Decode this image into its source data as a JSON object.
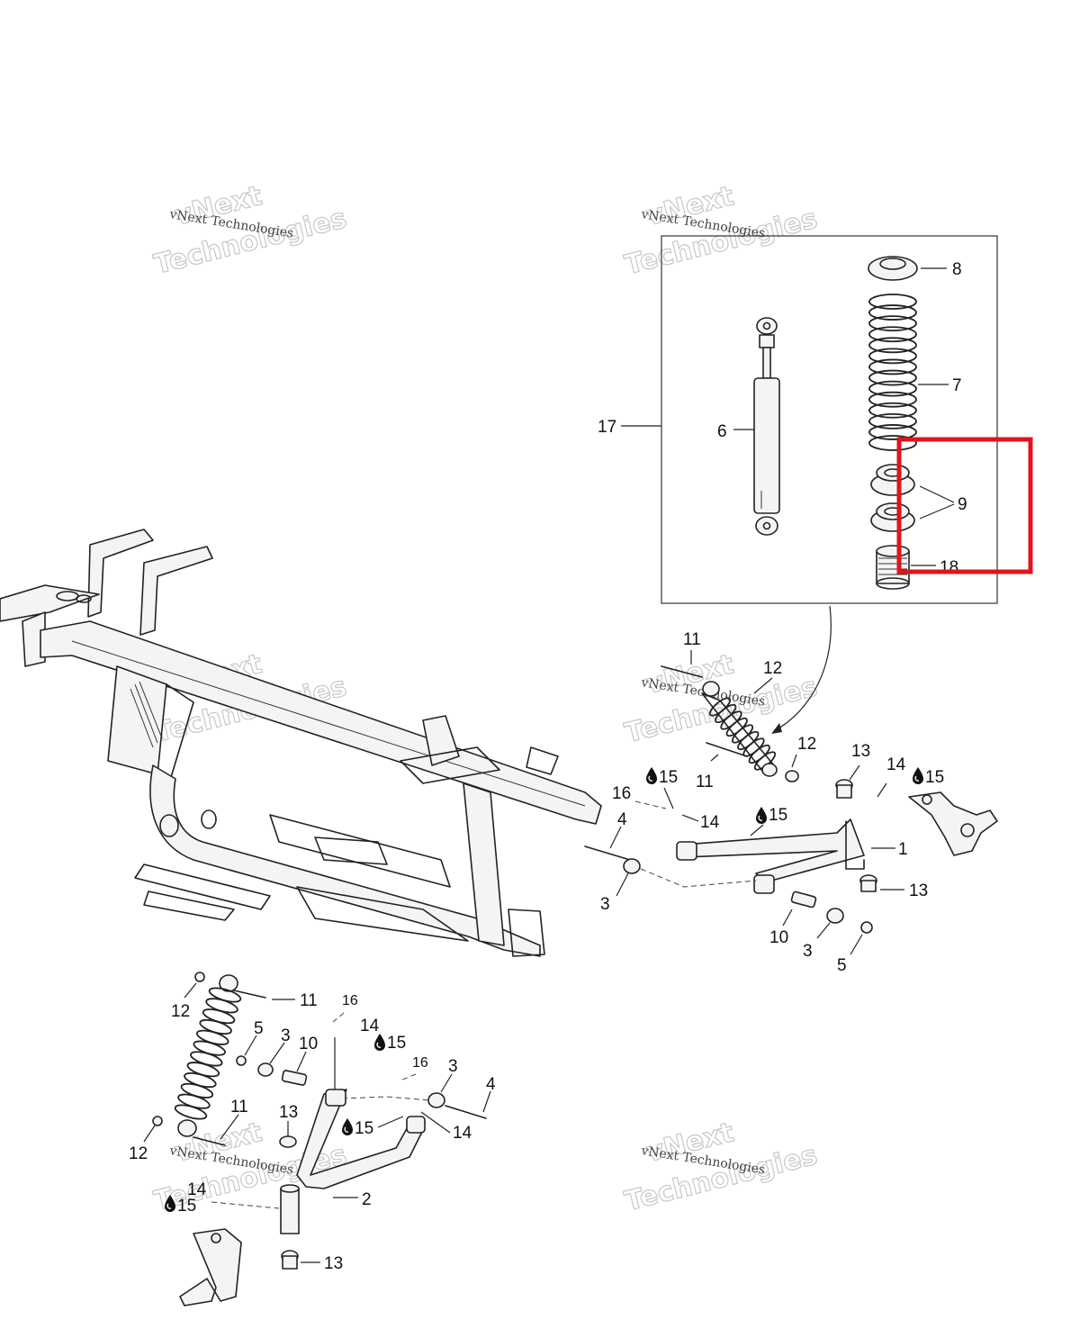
{
  "watermark": {
    "line1": "vNext",
    "line2": "Technologies",
    "small": "vNext Technologies"
  },
  "callouts": {
    "c1": "1",
    "c2": "2",
    "c3a": "3",
    "c3b": "3",
    "c3c": "3",
    "c3d": "3",
    "c4a": "4",
    "c4b": "4",
    "c5a": "5",
    "c5b": "5",
    "c6": "6",
    "c7": "7",
    "c8": "8",
    "c9": "9",
    "c10a": "10",
    "c10b": "10",
    "c11a": "11",
    "c11b": "11",
    "c11c": "11",
    "c11d": "11",
    "c12a": "12",
    "c12b": "12",
    "c12c": "12",
    "c12d": "12",
    "c13a": "13",
    "c13b": "13",
    "c13c": "13",
    "c13d": "13",
    "c14a": "14",
    "c14b": "14",
    "c14c": "14",
    "c14d": "14",
    "c14e": "14",
    "c15a": "15",
    "c15b": "15",
    "c15c": "15",
    "c15d": "15",
    "c15e": "15",
    "c15f": "15",
    "c16a": "16",
    "c16b": "16",
    "c16c": "16",
    "c17": "17",
    "c18": "18"
  },
  "highlight": {
    "color": "#e0141e",
    "target": "9"
  },
  "icons": {
    "grease": "grease-drop-icon"
  }
}
